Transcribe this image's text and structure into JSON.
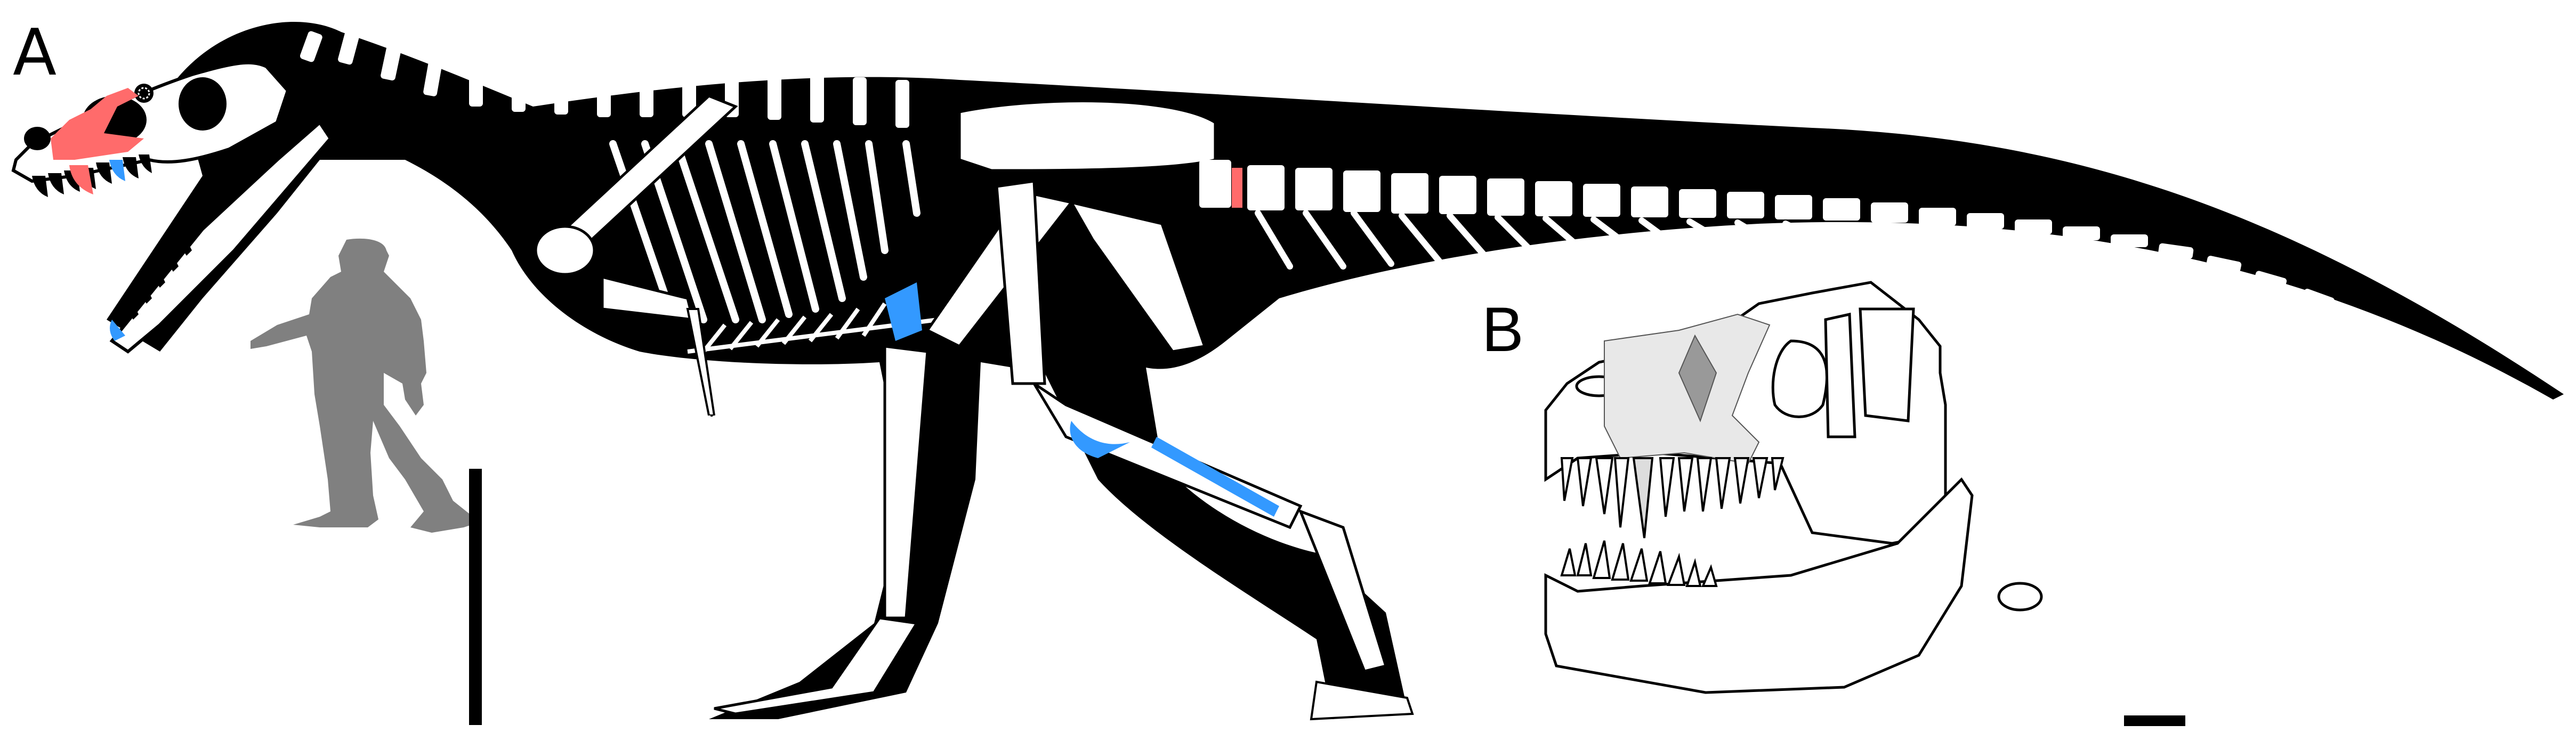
{
  "figure": {
    "panels": [
      {
        "label": "A",
        "content": "Full skeletal reconstruction of a large theropod dinosaur in left lateral view with open jaws, human silhouette for scale and vertical scale bar",
        "highlight_colors": {
          "red_bones": "#ff6b6b",
          "blue_bones": "#3399ff"
        },
        "red_elements": [
          "maxilla",
          "maxillary tooth",
          "caudal vertebra centrum"
        ],
        "blue_elements": [
          "premaxillary/maxillary tooth",
          "dentary tooth",
          "gastralia",
          "fibula",
          "tibia distal",
          "metatarsal"
        ],
        "scale_object": "human silhouette",
        "human_color": "#808080"
      },
      {
        "label": "B",
        "content": "Skull reconstruction in left lateral view with preserved maxilla and tooth shown stippled; remaining bones in outline",
        "scale_bar": "horizontal black bar"
      }
    ],
    "colors": {
      "bone": "#ffffff",
      "soft_tissue": "#000000",
      "outline": "#000000",
      "background": "#ffffff"
    }
  }
}
